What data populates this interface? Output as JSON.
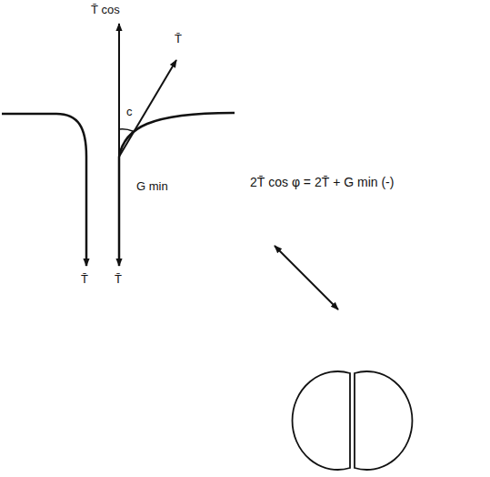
{
  "diagram": {
    "labels": [
      "T̄ cos",
      "T̄",
      "c",
      "G min",
      "T̄",
      "T̄",
      "2T̄ cos φ = 2T̄ + G min (-)"
    ]
  }
}
